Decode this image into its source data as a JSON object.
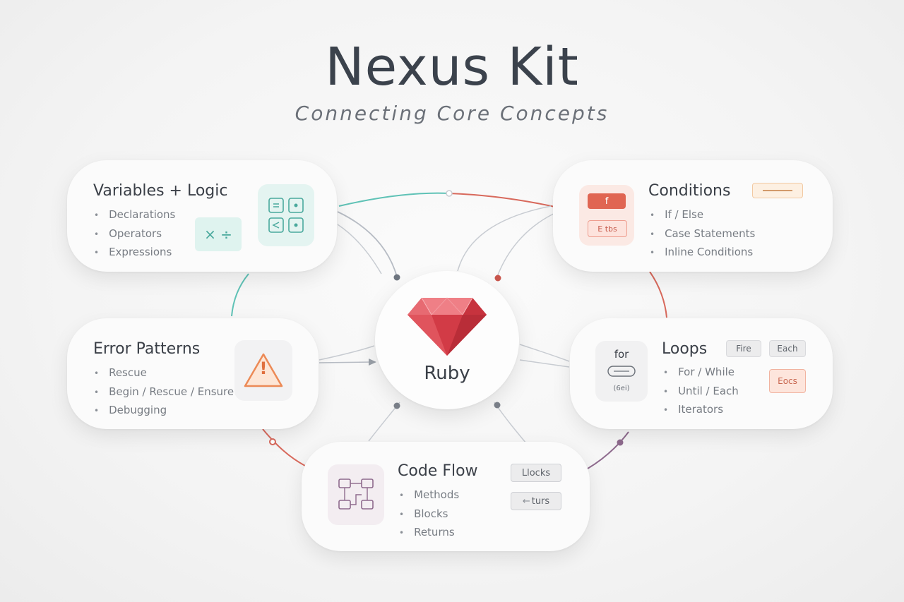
{
  "header": {
    "title": "Nexus Kit",
    "subtitle": "Connecting Core Concepts"
  },
  "center": {
    "label": "Ruby",
    "icon": "ruby-gem-icon",
    "color": "#d9454f"
  },
  "colors": {
    "teal": "#5fc2b6",
    "red": "#d8695c",
    "purple": "#8e6a8d",
    "gray_link": "#b7bcc4"
  },
  "cards": {
    "variables": {
      "title": "Variables + Logic",
      "items": [
        "Declarations",
        "Operators",
        "Expressions"
      ],
      "icon": "operator-grid-icon",
      "chip": "× ÷"
    },
    "conditions": {
      "title": "Conditions",
      "items": [
        "If / Else",
        "Case Statements",
        "Inline Conditions"
      ],
      "icon": "branch-icon",
      "chips": [
        "f",
        "E tbs"
      ]
    },
    "errors": {
      "title": "Error Patterns",
      "items": [
        "Rescue",
        "Begin / Rescue / Ensure",
        "Debugging"
      ],
      "icon": "warning-icon",
      "glyph": "!"
    },
    "loops": {
      "title": "Loops",
      "items": [
        "For / While",
        "Until / Each",
        "Iterators"
      ],
      "icon": "loop-icon",
      "tile_text": "for",
      "chips": [
        "Fire",
        "Each",
        "Eocs"
      ]
    },
    "codeflow": {
      "title": "Code Flow",
      "items": [
        "Methods",
        "Blocks",
        "Returns"
      ],
      "icon": "flowchart-icon",
      "chips": [
        "Llocks",
        "turs"
      ]
    }
  }
}
